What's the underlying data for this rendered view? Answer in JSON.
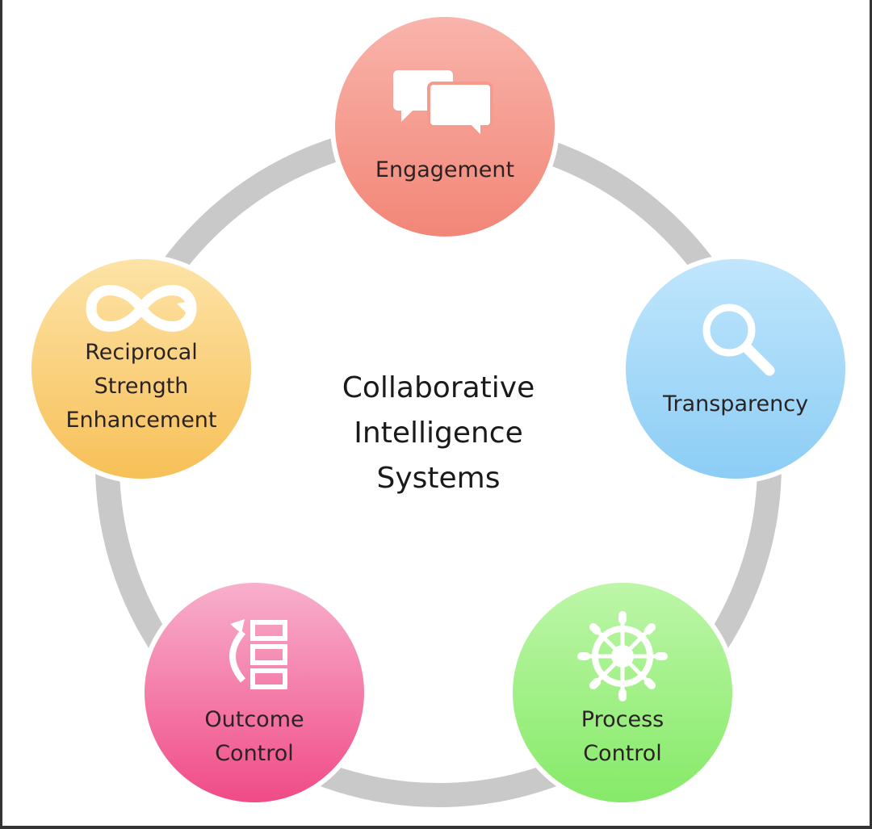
{
  "title": [
    "Collaborative",
    "Intelligence",
    "Systems"
  ],
  "nodes": [
    {
      "id": "engagement",
      "label": [
        "Engagement"
      ],
      "icon": "speech-bubbles-icon",
      "colors": [
        "#f9b4ab",
        "#f28677"
      ]
    },
    {
      "id": "transparency",
      "label": [
        "Transparency"
      ],
      "icon": "magnifier-icon",
      "colors": [
        "#c0e6fc",
        "#8ccdf5"
      ]
    },
    {
      "id": "process-control",
      "label": [
        "Process",
        "Control"
      ],
      "icon": "ship-wheel-icon",
      "colors": [
        "#bdf6a8",
        "#86ea68"
      ]
    },
    {
      "id": "outcome-control",
      "label": [
        "Outcome",
        "Control"
      ],
      "icon": "reorder-list-icon",
      "colors": [
        "#f8b0cc",
        "#f04b86"
      ]
    },
    {
      "id": "reciprocal-strength-enhancement",
      "label": [
        "Reciprocal",
        "Strength",
        "Enhancement"
      ],
      "icon": "infinity-loop-icon",
      "colors": [
        "#fde3a6",
        "#f7c058"
      ]
    }
  ],
  "ring_color": "#c9c9c9"
}
